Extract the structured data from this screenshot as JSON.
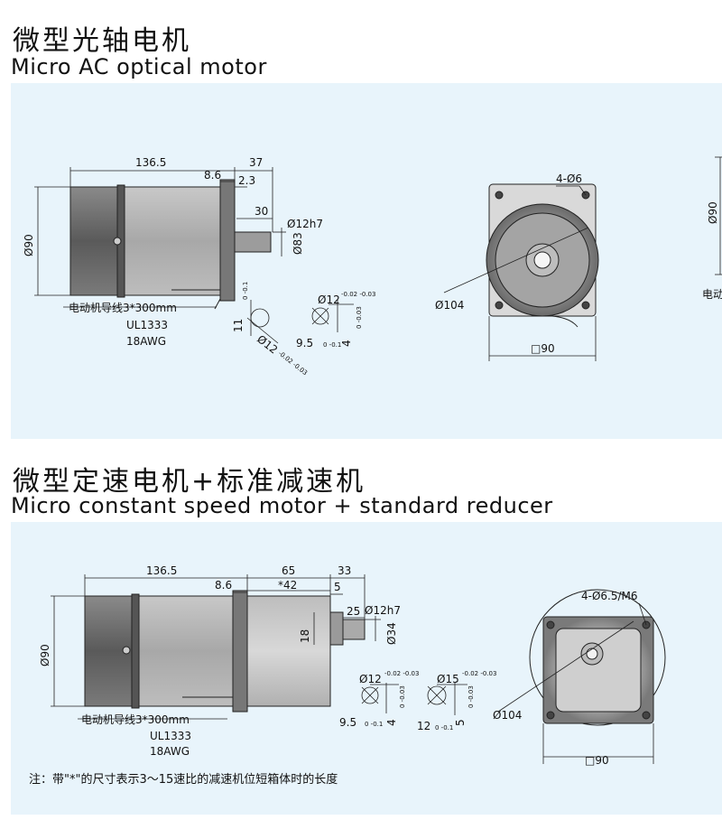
{
  "section1": {
    "title_cn": "微型光轴电机",
    "title_en": "Micro AC optical motor",
    "side": {
      "dim_total_len": "136.5",
      "dim_flange": "8.6",
      "dim_shaft_total": "37",
      "dim_gap": "2.3",
      "dim_shaft_len": "30",
      "dim_dia_body": "Ø90",
      "dim_shaft_dia": "Ø12h7",
      "dim_pilot_dia": "Ø83",
      "lead_label": "电动机导线3*300mm",
      "ul_label": "UL1333",
      "awg_label": "18AWG"
    },
    "key1": {
      "height": "11",
      "height_tol": "0 -0.1",
      "dia": "Ø12",
      "dia_tol": "-0.02 -0.03"
    },
    "key2": {
      "dia": "Ø12",
      "dia_tol": "-0.02 -0.03",
      "flat": "9.5",
      "flat_tol": "0 -0.1",
      "width": "4",
      "width_tol": "0 -0.03"
    },
    "front": {
      "holes": "4-Ø6",
      "circle_dia": "Ø104",
      "square": "□90"
    },
    "cut": {
      "dia": "Ø90",
      "label": "电动"
    }
  },
  "section2": {
    "title_cn": "微型定速电机+标准减速机",
    "title_en": "Micro constant speed motor + standard reducer",
    "side": {
      "dim_total_len": "136.5",
      "dim_flange": "8.6",
      "dim_gear_len": "65",
      "dim_gear_short": "*42",
      "dim_shaft_total": "33",
      "dim_shaft_step": "5",
      "dim_shaft_len": "25",
      "dim_offset": "18",
      "dim_dia_body": "Ø90",
      "dim_shaft_dia": "Ø12h7",
      "dim_boss_dia": "Ø34",
      "lead_label": "电动机导线3*300mm",
      "ul_label": "UL1333",
      "awg_label": "18AWG"
    },
    "key1": {
      "dia": "Ø12",
      "dia_tol": "-0.02 -0.03",
      "flat": "9.5",
      "flat_tol": "0 -0.1",
      "width": "4",
      "width_tol": "0 -0.03"
    },
    "key2": {
      "dia": "Ø15",
      "dia_tol": "-0.02 -0.03",
      "flat": "12",
      "flat_tol": "0 -0.1",
      "width": "5",
      "width_tol": "0 -0.03"
    },
    "front": {
      "holes": "4-Ø6.5/M6",
      "circle_dia": "Ø104",
      "square": "□90"
    },
    "note": "注：带\"*\"的尺寸表示3～15速比的减速机位短箱体时的长度"
  },
  "colors": {
    "panel_bg": "#e8f4fb",
    "line": "#222222",
    "motor_dark": "#6b6b6b",
    "motor_light": "#b4b4b4"
  }
}
